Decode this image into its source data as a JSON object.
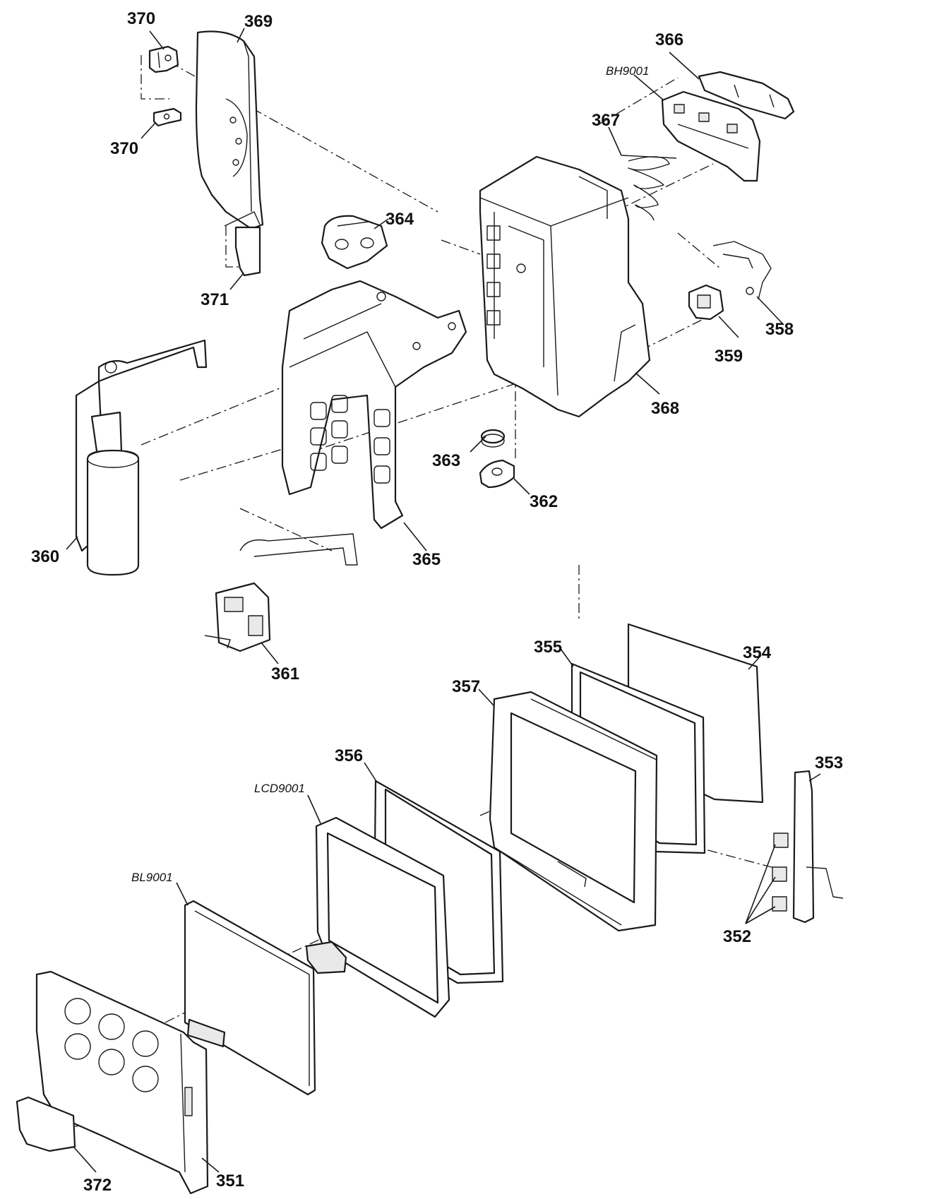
{
  "labels": {
    "p370a": "370",
    "p369": "369",
    "p370b": "370",
    "p371": "371",
    "p364": "364",
    "p366": "366",
    "bh9001": "BH9001",
    "p367": "367",
    "p358": "358",
    "p359": "359",
    "p368": "368",
    "p363": "363",
    "p362": "362",
    "p360": "360",
    "p365": "365",
    "p361": "361",
    "p355": "355",
    "p354": "354",
    "p357": "357",
    "p353": "353",
    "p356": "356",
    "lcd9001": "LCD9001",
    "bl9001": "BL9001",
    "p352": "352",
    "p372": "372",
    "p351": "351"
  }
}
